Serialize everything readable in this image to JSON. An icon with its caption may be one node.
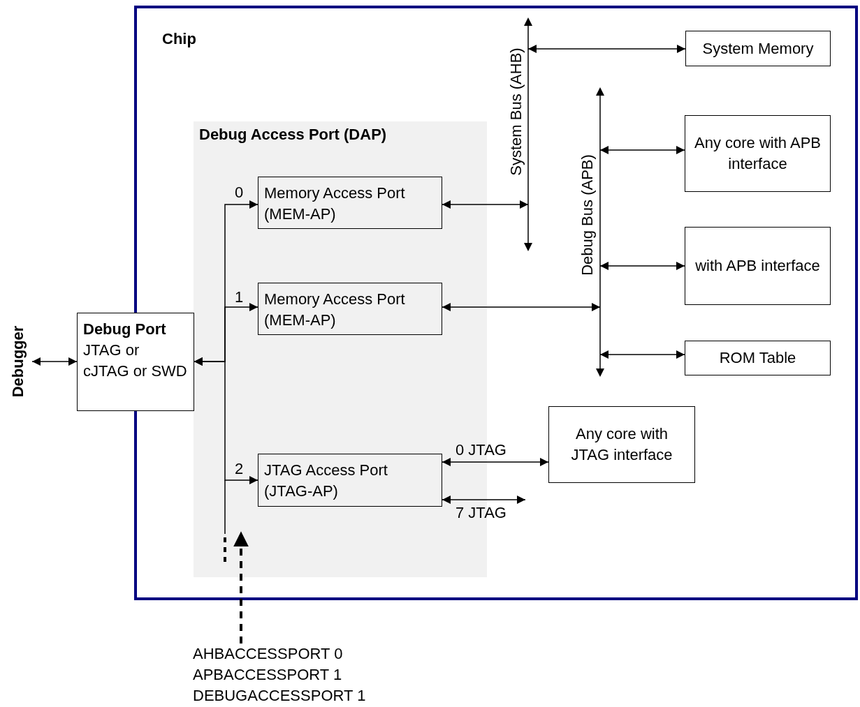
{
  "diagram": {
    "nodes": [
      {
        "text": [
          "Chip"
        ]
      },
      {
        "text": [
          "Debug Access Port (DAP)"
        ],
        "in": 0
      },
      {
        "text": [
          "Memory Access Port (MEM-AP)"
        ],
        "in": 1
      },
      {
        "text": [
          "Memory Access Port (MEM-AP)"
        ],
        "in": 1
      },
      {
        "text": [
          "JTAG Access Port (JTAG-AP)"
        ],
        "in": 1
      },
      {
        "text": [
          "Debug Port",
          "JTAG or cJTAG or SWD"
        ]
      },
      {
        "text": [
          "Debugger"
        ]
      },
      {
        "text": [
          "System Bus (AHB)"
        ],
        "in": 0
      },
      {
        "text": [
          "Debug Bus (APB)"
        ],
        "in": 0
      },
      {
        "text": [
          "System Memory"
        ],
        "in": 0
      },
      {
        "text": [
          "Any core with APB interface"
        ],
        "in": 0
      },
      {
        "text": [
          "with APB interface"
        ],
        "in": 0
      },
      {
        "text": [
          "ROM Table"
        ],
        "in": 0
      },
      {
        "text": [
          "Any core with JTAG interface"
        ],
        "in": 0
      },
      {
        "text": [
          "AHBACCESSPORT 0",
          "APBACCESSPORT 1",
          "DEBUGACCESSPORT 1"
        ]
      }
    ],
    "edges": [
      {
        "from": 6,
        "to": 5,
        "arrow": "both"
      },
      {
        "from": 5,
        "to": 2,
        "arrow": "both",
        "label": "0"
      },
      {
        "from": 5,
        "to": 3,
        "arrow": "both",
        "label": "1"
      },
      {
        "from": 5,
        "to": 4,
        "arrow": "both",
        "label": "2"
      },
      {
        "from": 2,
        "to": 7,
        "arrow": "both"
      },
      {
        "from": 3,
        "to": 8,
        "arrow": "both"
      },
      {
        "from": 7,
        "to": 9,
        "arrow": "both"
      },
      {
        "from": 8,
        "to": 10,
        "arrow": "both"
      },
      {
        "from": 8,
        "to": 11,
        "arrow": "both"
      },
      {
        "from": 8,
        "to": 12,
        "arrow": "both"
      },
      {
        "from": 4,
        "to": 13,
        "arrow": "both",
        "label": "0 JTAG"
      },
      {
        "from": 4,
        "to": null,
        "arrow": "both",
        "label": "7 JTAG"
      },
      {
        "from": 14,
        "to": null,
        "arrow": "to",
        "style": "dashed"
      }
    ]
  }
}
